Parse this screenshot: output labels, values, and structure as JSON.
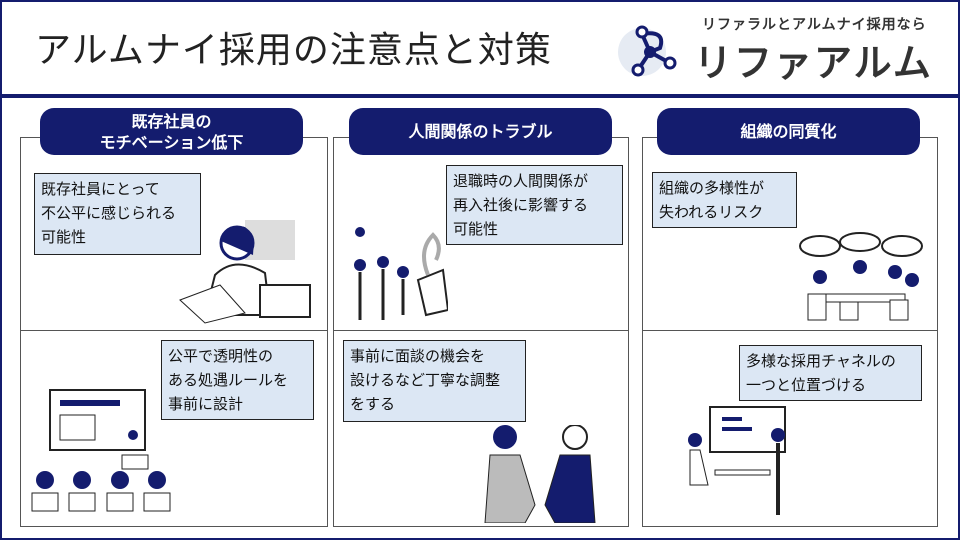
{
  "title": "アルムナイ採用の注意点と対策",
  "logo": {
    "tagline": "リファラルとアルムナイ採用なら",
    "name": "リファアルム"
  },
  "colors": {
    "navy": "#141c6e",
    "box": "#dce7f4"
  },
  "columns": [
    {
      "heading_line1": "既存社員の",
      "heading_line2": "モチベーション低下",
      "problem": [
        "既存社員にとって",
        "不公平に感じられる",
        "可能性"
      ],
      "solution": [
        "公平で透明性の",
        "ある処遇ルールを",
        "事前に設計"
      ]
    },
    {
      "heading_line1": "人間関係のトラブル",
      "problem": [
        "退職時の人間関係が",
        "再入社後に影響する",
        "可能性"
      ],
      "solution": [
        "事前に面談の機会を",
        "設けるなど丁寧な調整",
        "をする"
      ]
    },
    {
      "heading_line1": "組織の同質化",
      "problem": [
        "組織の多様性が",
        "失われるリスク"
      ],
      "solution": [
        "多様な採用チャネルの",
        "一つと位置づける"
      ]
    }
  ]
}
